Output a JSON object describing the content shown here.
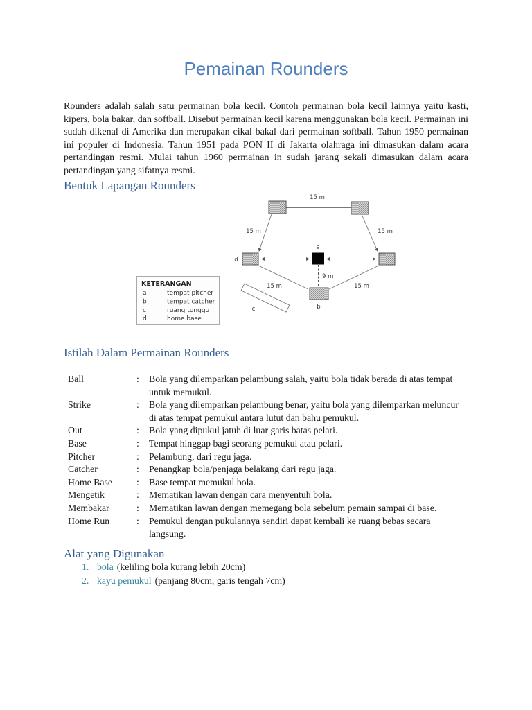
{
  "document": {
    "title": "Pemainan Rounders",
    "intro": "Rounders adalah salah satu permainan bola kecil. Contoh permainan bola kecil lainnya yaitu kasti, kipers, bola bakar, dan softball. Disebut permainan kecil karena menggunakan bola kecil. Permainan ini sudah dikenal di Amerika dan merupakan cikal bakal dari permainan softball. Tahun 1950 permainan ini populer di Indonesia. Tahun 1951 pada PON II di Jakarta olahraga ini dimasukan dalam acara pertandingan resmi. Mulai tahun 1960 permainan in sudah jarang sekali dimasukan dalam acara pertandingan yang sifatnya resmi.",
    "field_section": {
      "heading": "Bentuk Lapangan Rounders"
    },
    "terms_section": {
      "heading": "Istilah Dalam Permainan Rounders",
      "separator": ":",
      "rows": [
        {
          "term": "Ball",
          "definition": "Bola yang dilemparkan pelambung salah, yaitu bola tidak berada di atas tempat untuk memukul."
        },
        {
          "term": "Strike",
          "definition": "Bola yang dilemparkan pelambung benar, yaitu bola yang dilemparkan meluncur di atas tempat pemukul antara lutut dan bahu pemukul."
        },
        {
          "term": "Out",
          "definition": "Bola yang dipukul jatuh di luar garis batas pelari."
        },
        {
          "term": "Base",
          "definition": "Tempat hinggap bagi seorang pemukul atau pelari."
        },
        {
          "term": "Pitcher",
          "definition": "Pelambung, dari regu jaga."
        },
        {
          "term": "Catcher",
          "definition": "Penangkap bola/penjaga belakang dari regu jaga."
        },
        {
          "term": "Home Base",
          "definition": "Base tempat memukul bola."
        },
        {
          "term": "Mengetik",
          "definition": "Mematikan lawan dengan cara menyentuh bola."
        },
        {
          "term": "Membakar",
          "definition": "Mematikan lawan dengan memegang bola sebelum pemain sampai di base."
        },
        {
          "term": "Home Run",
          "definition": "Pemukul dengan pukulannya sendiri dapat kembali ke ruang bebas secara langsung."
        }
      ]
    },
    "tools_section": {
      "heading": "Alat yang Digunakan",
      "items": [
        {
          "number": "1.",
          "name": "bola",
          "detail": "(keliling bola kurang lebih 20cm)"
        },
        {
          "number": "2.",
          "name": "kayu pemukul",
          "detail": "(panjang 80cm, garis tengah 7cm)"
        }
      ]
    }
  },
  "diagram": {
    "distance_top": "15 m",
    "distance_left": "15 m",
    "distance_right": "15 m",
    "distance_bottom_left": "15 m",
    "distance_bottom_right": "15 m",
    "distance_pitcher_catcher": "9 m",
    "point_a": "a",
    "point_b": "b",
    "point_c": "c",
    "point_d": "d",
    "legend": {
      "title": "KETERANGAN",
      "separator": ":",
      "rows": [
        {
          "key": "a",
          "value": "tempat pitcher"
        },
        {
          "key": "b",
          "value": "tempat catcher"
        },
        {
          "key": "c",
          "value": "ruang tunggu"
        },
        {
          "key": "d",
          "value": "home base"
        }
      ]
    }
  },
  "colors": {
    "title_blue": "#4f81bd",
    "heading_blue": "#376092",
    "accent_teal": "#31849b",
    "body_text": "#1a1a1a"
  }
}
